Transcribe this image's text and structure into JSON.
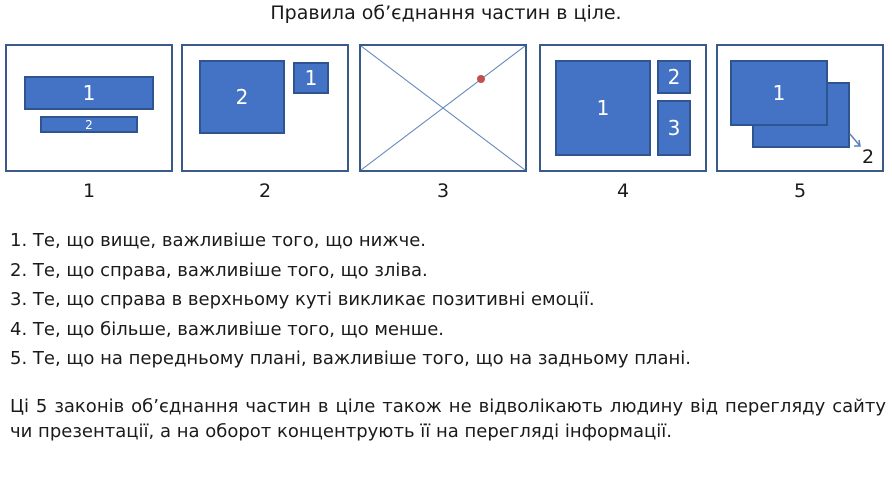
{
  "title": "Правила об’єднання частин в ціле.",
  "panels": [
    {
      "caption": "1",
      "blocks": [
        "1",
        "2"
      ]
    },
    {
      "caption": "2",
      "blocks": [
        "2",
        "1"
      ]
    },
    {
      "caption": "3",
      "blocks": []
    },
    {
      "caption": "4",
      "blocks": [
        "1",
        "2",
        "3"
      ]
    },
    {
      "caption": "5",
      "blocks": [
        "1",
        "2"
      ]
    }
  ],
  "colors": {
    "block_fill": "#4472c4",
    "block_border": "#2e5590",
    "dot": "#c0504d",
    "frame": "#3a5a8a"
  },
  "rules": [
    "1. Те, що вище, важливіше того, що нижче.",
    "2. Те, що справа, важливіше того, що зліва.",
    "3. Те, що справа в верхньому куті викликає позитивні емоції.",
    "4. Те, що більше, важливіше того, що менше.",
    "5. Те, що на передньому плані, важливіше того, що на задньому плані."
  ],
  "paragraph": "Ці 5 законів об’єднання частин в ціле також не відволікають людину від перегляду сайту чи презентації, а на оборот концентрують її на перегляді інформації."
}
